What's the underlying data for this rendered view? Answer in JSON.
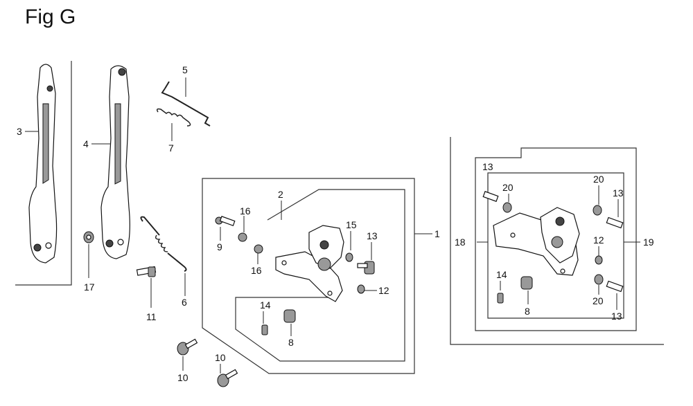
{
  "figure": {
    "title": "Fig G"
  },
  "callouts": {
    "c1": "1",
    "c2": "2",
    "c3": "3",
    "c4": "4",
    "c5": "5",
    "c6": "6",
    "c7": "7",
    "c8a": "8",
    "c8b": "8",
    "c9": "9",
    "c10a": "10",
    "c10b": "10",
    "c11": "11",
    "c12a": "12",
    "c12b": "12",
    "c13a": "13",
    "c13b": "13",
    "c13c": "13",
    "c13d": "13",
    "c14a": "14",
    "c14b": "14",
    "c15": "15",
    "c16a": "16",
    "c16b": "16",
    "c17": "17",
    "c18": "18",
    "c19": "19",
    "c20a": "20",
    "c20b": "20",
    "c20c": "20"
  }
}
